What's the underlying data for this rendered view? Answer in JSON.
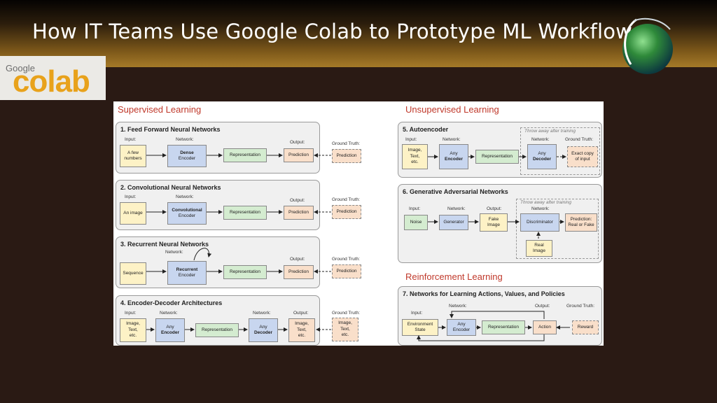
{
  "title": "How IT Teams Use Google Colab to Prototype ML Workflows",
  "logo": {
    "google": "Google",
    "colab": "colab"
  },
  "sections": {
    "supervised": "Supervised Learning",
    "unsupervised": "Unsupervised Learning",
    "reinforcement": "Reinforcement Learning"
  },
  "labels": {
    "input": "Input:",
    "network": "Network:",
    "output": "Output:",
    "ground_truth": "Ground Truth:",
    "throw_away": "Throw away after training"
  },
  "cards": {
    "c1": {
      "title": "1. Feed Forward Neural Networks",
      "input": "A few\nnumbers",
      "net_bold": "Dense",
      "net_sub": "Encoder",
      "rep": "Representation",
      "out": "Prediction",
      "gt": "Prediction"
    },
    "c2": {
      "title": "2. Convolutional Neural Networks",
      "input": "An image",
      "net_bold": "Convolutional",
      "net_sub": "Encoder",
      "rep": "Representation",
      "out": "Prediction",
      "gt": "Prediction"
    },
    "c3": {
      "title": "3. Recurrent Neural Networks",
      "input": "Sequence",
      "net_bold": "Recurrent",
      "net_sub": "Encoder",
      "rep": "Representation",
      "out": "Prediction",
      "gt": "Prediction"
    },
    "c4": {
      "title": "4. Encoder-Decoder Architectures",
      "input": "Image,\nText,\netc.",
      "enc_top": "Any",
      "enc_bold": "Encoder",
      "rep": "Representation",
      "dec_top": "Any",
      "dec_bold": "Decoder",
      "out": "Image,\nText,\netc.",
      "gt": "Image,\nText,\netc."
    },
    "c5": {
      "title": "5. Autoencoder",
      "input": "Image,\nText,\netc.",
      "enc_top": "Any",
      "enc_bold": "Encoder",
      "rep": "Representation",
      "dec_top": "Any",
      "dec_bold": "Decoder",
      "gt": "Exact copy\nof input"
    },
    "c6": {
      "title": "6. Generative Adversarial Networks",
      "input": "Noise",
      "gen": "Generator",
      "fake": "Fake\nImage",
      "disc": "Discriminator",
      "pred": "Prediction:\nReal or Fake",
      "real": "Real\nImage"
    },
    "c7": {
      "title": "7. Networks for Learning Actions, Values, and Policies",
      "input": "Environment\nState",
      "enc_top": "Any",
      "enc_sub": "Encoder",
      "rep": "Representation",
      "action": "Action",
      "reward": "Reward"
    }
  },
  "colors": {
    "section_heading": "#c0392b",
    "input": "#fdf2c6",
    "network": "#c8d6ef",
    "representation": "#d4ecd0",
    "output": "#f9dfca",
    "logo": "#e8a21b"
  }
}
